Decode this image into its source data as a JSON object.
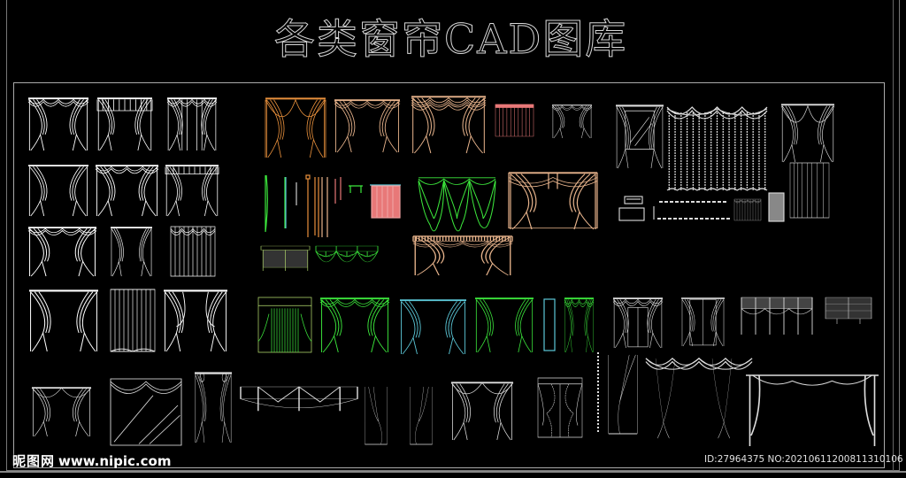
{
  "title": "各类窗帘CAD图库",
  "watermark": {
    "site_cn": "昵图网",
    "site_url": "www.nipic.com"
  },
  "image_id_text": "ID:27964375 NO:20210611200811310106",
  "colors": {
    "background": "#000000",
    "white_blocks": "#ffffff",
    "orange_blocks": "#e8903c",
    "tan_blocks": "#e8b48c",
    "pink_blocks": "#e87878",
    "green_blocks": "#3ce83c",
    "cyan_blocks": "#5cc8d8",
    "frame": "#aaaaaa"
  },
  "blocks": {
    "white_grid": [
      "curtain-1",
      "curtain-2",
      "curtain-3",
      "curtain-4",
      "curtain-5",
      "curtain-6",
      "curtain-7",
      "curtain-8",
      "curtain-9",
      "curtain-10",
      "curtain-11",
      "curtain-12"
    ],
    "colored_row1": [
      "orange-drape",
      "tan-swag-curtain",
      "tan-valance-curtain",
      "pink-roller-blind",
      "white-swag"
    ],
    "colored_row2": [
      "tieback-rods",
      "green-tassel",
      "pink-pleated-panel",
      "green-festoon",
      "tan-double-swag"
    ],
    "colored_row3": [
      "green-pelmet",
      "green-balloon-valance",
      "tan-grand-valance"
    ],
    "green_row": [
      "green-box-pelmet",
      "green-swag-drape",
      "cyan-split-drape",
      "green-split-drape",
      "cyan-narrow-panel",
      "green-narrow-drape"
    ],
    "right_top": [
      "window-drape",
      "sheer-pleated-curtain",
      "tieback-drape",
      "grey-sheer-panel",
      "rods-and-accessories"
    ],
    "right_mid": [
      "window-swag-drape",
      "lace-window-drape",
      "roman-festoon-blind",
      "roman-blind"
    ],
    "bottom_row": [
      "rod-drape",
      "box-valance",
      "rosette-drape",
      "pelmet-valance",
      "single-tieback-left",
      "single-tieback-right",
      "rod-drape-2",
      "window-ruffle",
      "side-panel",
      "swag-tieback-pair",
      "scarf-swag"
    ]
  }
}
